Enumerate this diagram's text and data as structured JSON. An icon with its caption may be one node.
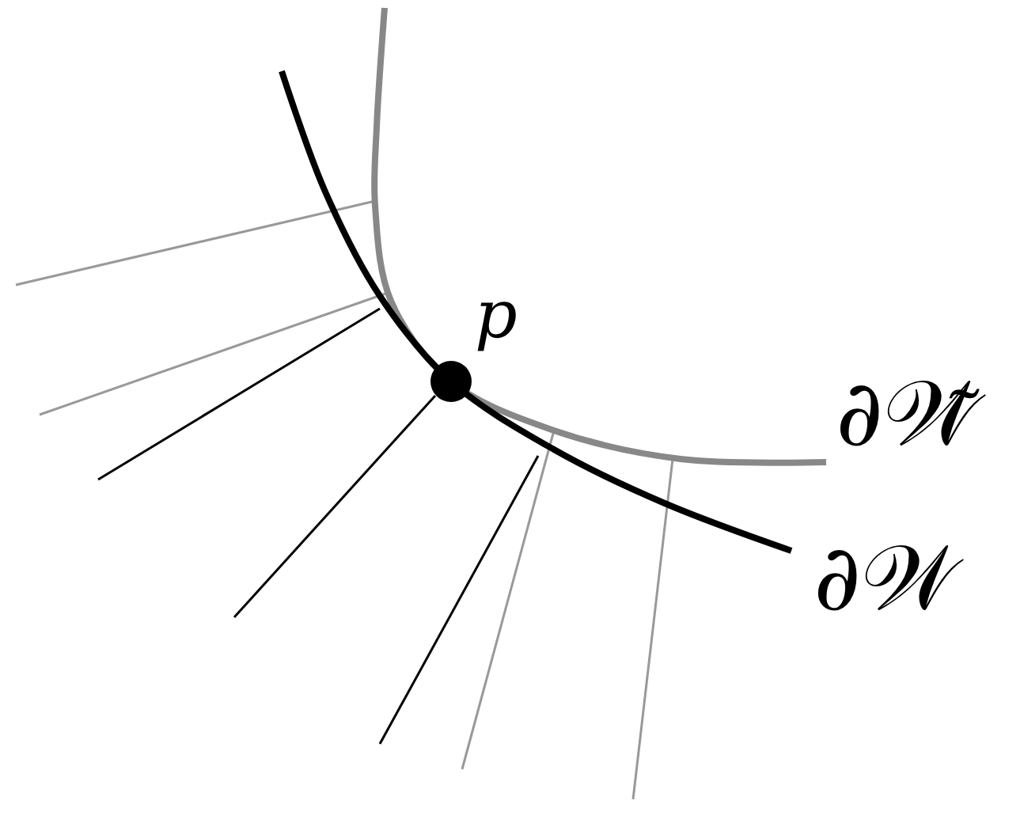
{
  "diagram": {
    "labels": [
      "p",
      "∂𝒲̃",
      "∂𝒲"
    ]
  }
}
